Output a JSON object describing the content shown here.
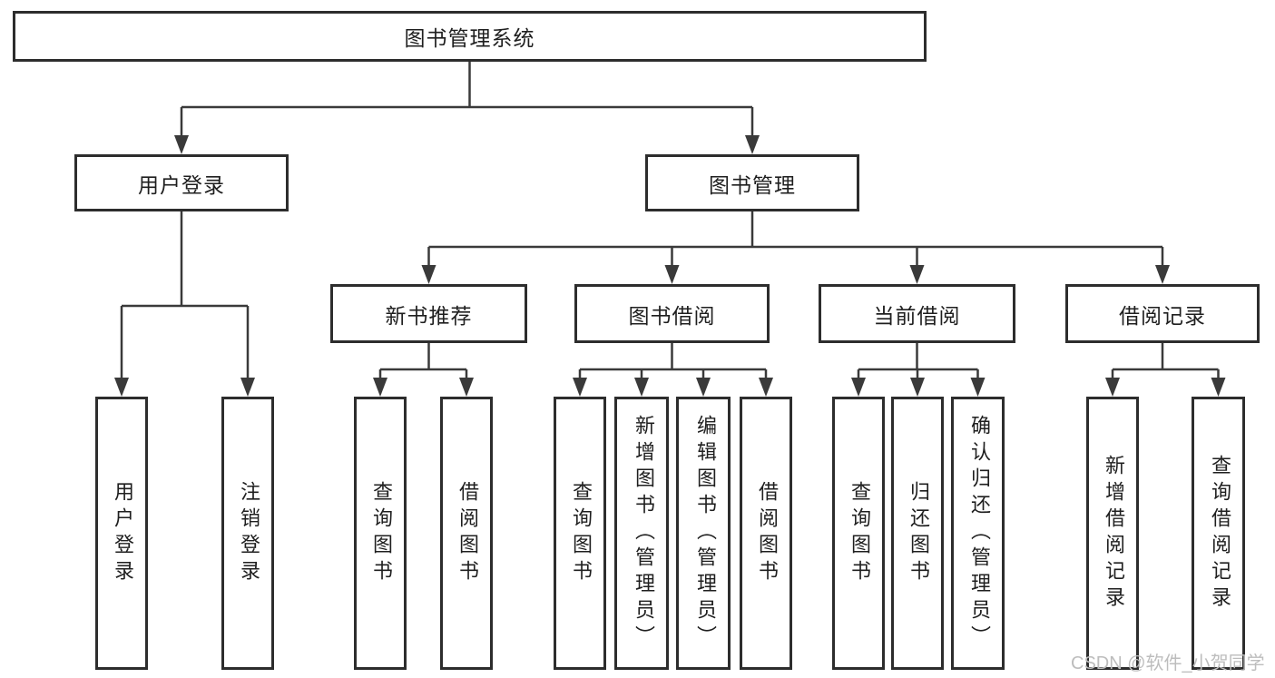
{
  "page": {
    "background": "#ffffff"
  },
  "colors": {
    "line": "#3a3a3a",
    "box_border": "#2d2d2d",
    "box_fill": "#ffffff",
    "text": "#1f1f1f",
    "watermark": "#bdbdbd"
  },
  "tree": {
    "root": {
      "label": "图书管理系统"
    },
    "branches": [
      {
        "label": "用户登录",
        "children": [
          {
            "label": "用户登录"
          },
          {
            "label": "注销登录"
          }
        ]
      },
      {
        "label": "图书管理",
        "children": [
          {
            "label": "新书推荐",
            "children": [
              {
                "label": "查询图书"
              },
              {
                "label": "借阅图书"
              }
            ]
          },
          {
            "label": "图书借阅",
            "children": [
              {
                "label": "查询图书"
              },
              {
                "label": "新增图书（管理员）"
              },
              {
                "label": "编辑图书（管理员）"
              },
              {
                "label": "借阅图书"
              }
            ]
          },
          {
            "label": "当前借阅",
            "children": [
              {
                "label": "查询图书"
              },
              {
                "label": "归还图书"
              },
              {
                "label": "确认归还（管理员）"
              }
            ]
          },
          {
            "label": "借阅记录",
            "children": [
              {
                "label": "新增借阅记录"
              },
              {
                "label": "查询借阅记录"
              }
            ]
          }
        ]
      }
    ]
  },
  "watermark": {
    "text": "CSDN @软件_小贺同学"
  }
}
